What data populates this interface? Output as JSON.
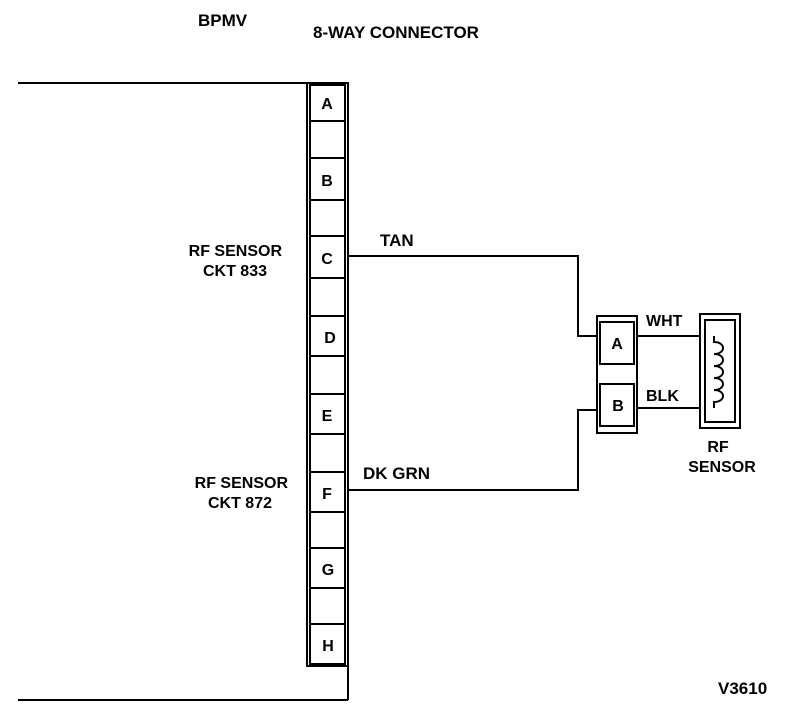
{
  "titles": {
    "module": "BPMV",
    "connector": "8-WAY CONNECTOR"
  },
  "connector_pins": [
    "A",
    "",
    "B",
    "",
    "C",
    "",
    "D",
    "",
    "E",
    "",
    "F",
    "",
    "G",
    "",
    "H"
  ],
  "circuits": {
    "c_label_line1": "RF SENSOR",
    "c_label_line2": "CKT 833",
    "f_label_line1": "RF SENSOR",
    "f_label_line2": "CKT 872"
  },
  "wires": {
    "tan": "TAN",
    "dk_grn": "DK GRN",
    "wht": "WHT",
    "blk": "BLK"
  },
  "sensor_connector": {
    "pin_a": "A",
    "pin_b": "B"
  },
  "sensor": {
    "label_line1": "RF",
    "label_line2": "SENSOR"
  },
  "figure_code": "V3610"
}
